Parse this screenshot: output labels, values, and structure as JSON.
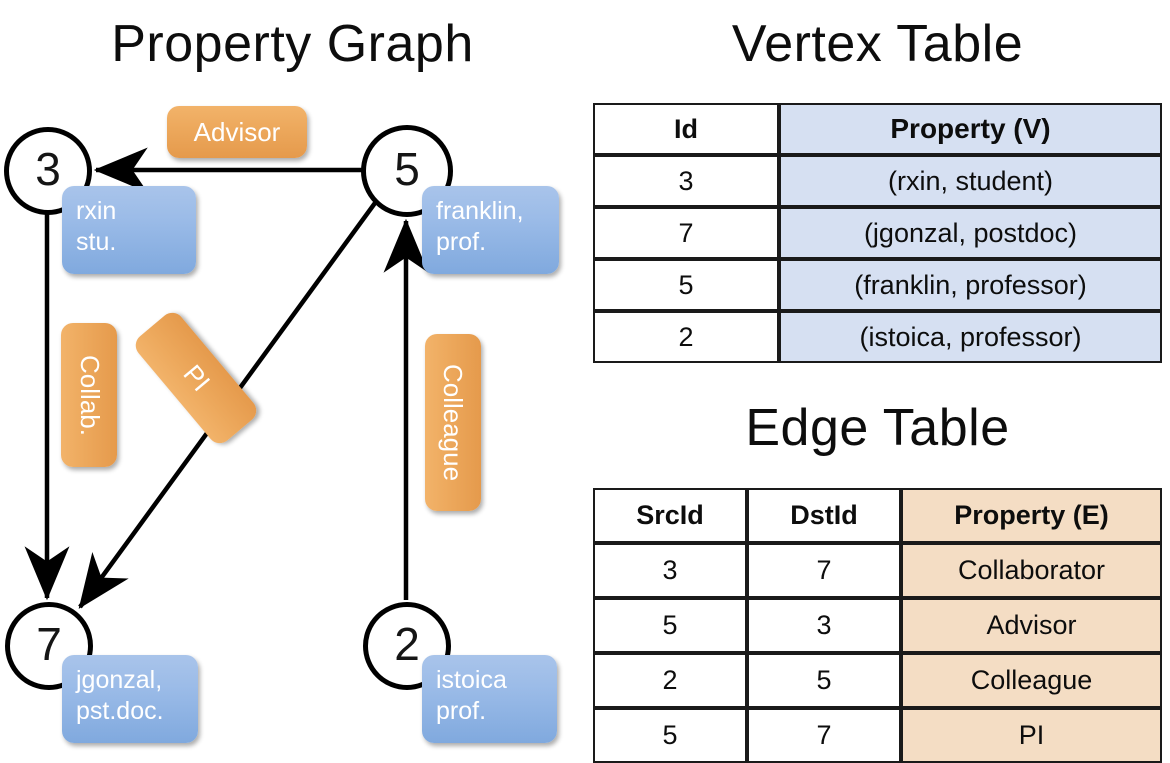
{
  "graph_panel": {
    "title": "Property Graph",
    "vertices": [
      {
        "id": "3",
        "label": "rxin\nstu."
      },
      {
        "id": "5",
        "label": "franklin,\nprof."
      },
      {
        "id": "7",
        "label": "jgonzal,\npst.doc."
      },
      {
        "id": "2",
        "label": "istoica\nprof."
      }
    ],
    "edge_labels": [
      {
        "name": "advisor",
        "text": "Advisor"
      },
      {
        "name": "collab",
        "text": "Collab."
      },
      {
        "name": "pi",
        "text": "PI"
      },
      {
        "name": "colleague",
        "text": "Colleague"
      }
    ],
    "colors": {
      "vertex_fill": "#ffffff",
      "vertex_stroke": "#000000",
      "property_box": "#9cbce8",
      "edge_box": "#eda95d",
      "arrow": "#000000"
    }
  },
  "vertex_table": {
    "title": "Vertex Table",
    "columns": [
      "Id",
      "Property (V)"
    ],
    "rows": [
      {
        "id": "3",
        "property": "(rxin, student)"
      },
      {
        "id": "7",
        "property": "(jgonzal, postdoc)"
      },
      {
        "id": "5",
        "property": "(franklin, professor)"
      },
      {
        "id": "2",
        "property": "(istoica, professor)"
      }
    ],
    "colors": {
      "header_fill": "#d6e0f2",
      "cell_fill": "#d6e0f2"
    }
  },
  "edge_table": {
    "title": "Edge Table",
    "columns": [
      "SrcId",
      "DstId",
      "Property (E)"
    ],
    "rows": [
      {
        "src": "3",
        "dst": "7",
        "property": "Collaborator"
      },
      {
        "src": "5",
        "dst": "3",
        "property": "Advisor"
      },
      {
        "src": "2",
        "dst": "5",
        "property": "Colleague"
      },
      {
        "src": "5",
        "dst": "7",
        "property": "PI"
      }
    ],
    "colors": {
      "header_fill": "#f4ddc4",
      "cell_fill": "#f4ddc4"
    }
  }
}
